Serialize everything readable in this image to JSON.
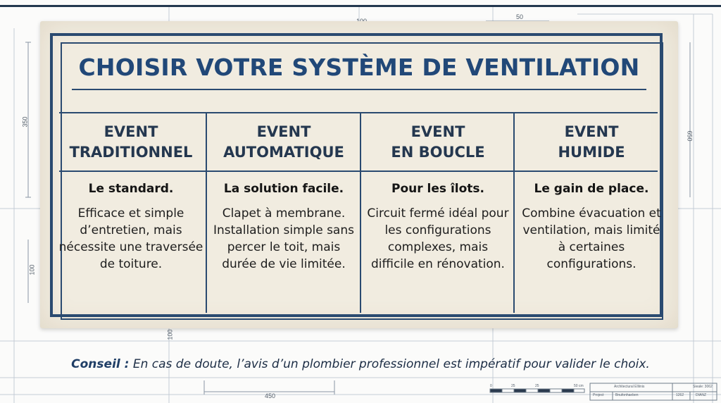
{
  "title": "CHOISIR VOTRE SYSTÈME DE VENTILATION",
  "columns": [
    {
      "head_1": "EVENT",
      "head_2": "TRADITIONNEL",
      "tagline": "Le standard.",
      "description": "Efficace et simple d’entretien, mais nécessite une traversée de toiture."
    },
    {
      "head_1": "EVENT",
      "head_2": "AUTOMATIQUE",
      "tagline": "La solution facile.",
      "description": "Clapet à membrane. Installation simple sans percer le toit, mais durée de vie limitée."
    },
    {
      "head_1": "EVENT",
      "head_2": "EN BOUCLE",
      "tagline": "Pour les îlots.",
      "description": "Circuit fermé idéal pour les configurations complexes, mais difficile en rénovation."
    },
    {
      "head_1": "EVENT",
      "head_2": "HUMIDE",
      "tagline": "Le gain de place.",
      "description": "Combine évacuation et ventilation, mais limité à certaines configurations."
    }
  ],
  "advice": {
    "label": "Conseil :",
    "text": "En cas de doute, l’avis d’un plombier professionnel est impératif pour valider le choix."
  },
  "background_marks": {
    "dim_100_top": "100",
    "dim_50": "50",
    "dim_350": "350",
    "dim_650": "650",
    "dim_100_left": "100",
    "dim_100_bottom": "100",
    "dim_450": "450",
    "scale_0": "0",
    "scale_25": "25",
    "scale_25b": "25",
    "scale_50": "50 cm",
    "title_block_1": "Architectural Elliinis",
    "title_block_2": "Sieale: 3062",
    "title_block_3": "Project",
    "title_block_4": "Bnufonhaeben",
    "title_block_5": "1262",
    "title_block_6": "DIANZ"
  },
  "colors": {
    "navy": "#2a4a70",
    "title_blue": "#214878",
    "paper": "#f1ece0"
  }
}
